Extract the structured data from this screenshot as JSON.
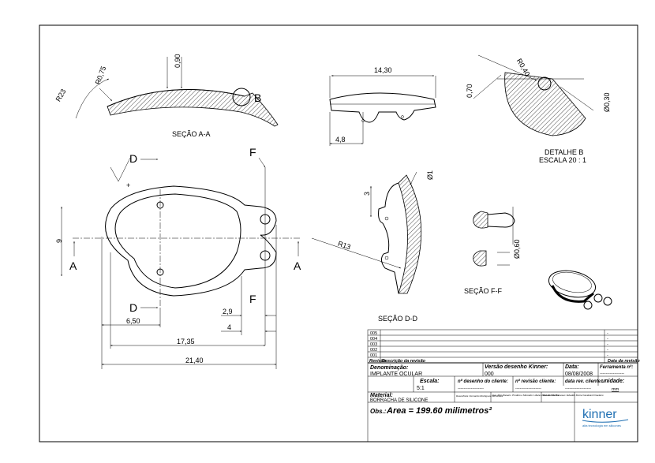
{
  "views": {
    "section_aa": {
      "label": "SEÇÃO A-A",
      "dims": [
        "R23",
        "R0,75",
        "0,90"
      ],
      "callout": "B"
    },
    "top": {
      "dims": [
        "14,30",
        "4,8"
      ]
    },
    "detail_b": {
      "label_line1": "DETALHE B",
      "label_line2": "ESCALA 20 : 1",
      "dims": [
        "R0,40",
        "0,70",
        "Ø0,30"
      ]
    },
    "front": {
      "section_letters": {
        "a": "A",
        "d": "D",
        "f": "F"
      },
      "dims": [
        "9",
        "6,50",
        "2,9",
        "4",
        "17,35",
        "21,40"
      ]
    },
    "section_dd": {
      "label": "SEÇÃO D-D",
      "dims": [
        "3",
        "Ø1",
        "R13"
      ]
    },
    "section_ff": {
      "label": "SEÇÃO F-F",
      "dims": [
        "Ø0,60"
      ]
    }
  },
  "title_block": {
    "revisions": [
      "005",
      "004",
      "003",
      "002",
      "001"
    ],
    "revision_headers": {
      "rev": "Revisão",
      "desc": "Descrição da revisão",
      "date": "Data da revisão"
    },
    "denominacao_label": "Denominação:",
    "denominacao": "IMPLANTE OCULAR",
    "versao_label": "Versão desenho Kinner:",
    "versao": "000",
    "data_label": "Data:",
    "data": "08/08/2008",
    "ferramenta_label": "Ferramenta nº:",
    "ferramenta": "-----------------",
    "escala_label": "Escala:",
    "escala": "5:1",
    "desenho_cliente_label": "nº desenho do cliente:",
    "desenho_cliente": "------------------",
    "revisao_cliente_label": "nº revisão cliente:",
    "revisao_cliente": "------------------",
    "data_rev_label": "data rev. cliente:",
    "data_rev": "------------------",
    "unidade_label": "unidade:",
    "unidade": "mm",
    "material_label": "Material:",
    "material": "BORRACHA DE SILICONE",
    "desenhista": "Desenhista: Fernando Rodrigues Fernandes",
    "projetista": "Ger. Proj./Desenv. Produto e Mercado: Liliane Jahui de Oliveira",
    "gerente": "Gerente de Processo: Edvaldo Freire Cavalcanti Caetano",
    "obs_label": "Obs.:",
    "obs": "Area = 199.60 milimetros²",
    "logo": "kinner",
    "logo_tagline": "alta tecnologia em silicones"
  },
  "colors": {
    "line": "#000000",
    "logo": "#1f6fb2",
    "paper": "#ffffff"
  }
}
